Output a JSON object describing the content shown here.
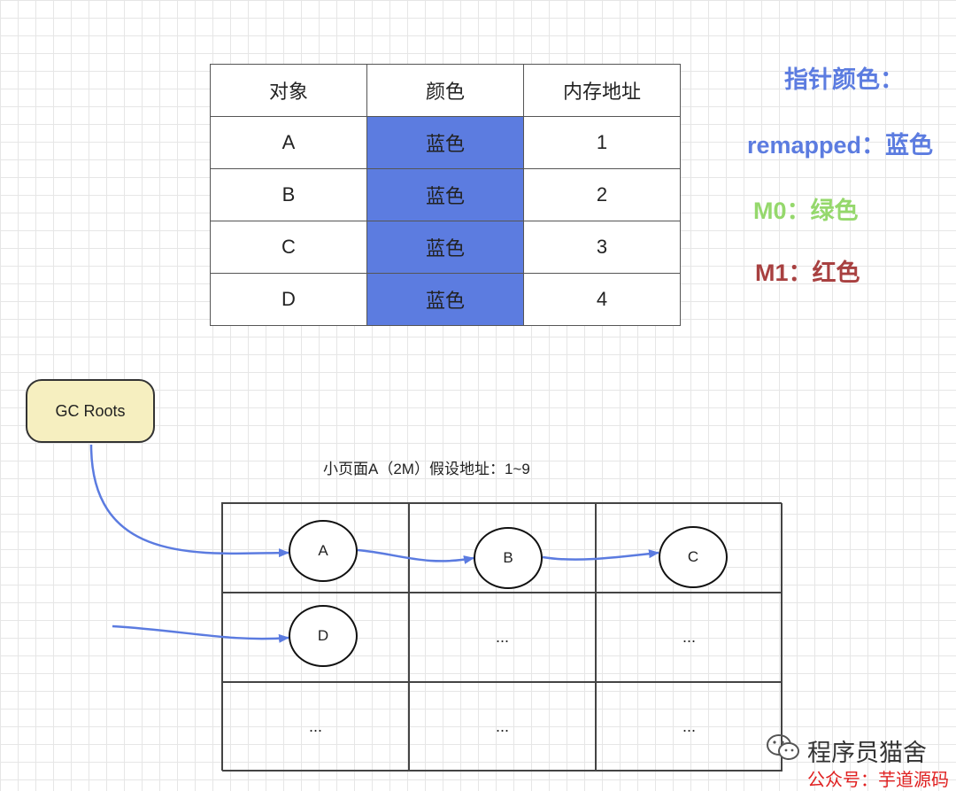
{
  "table": {
    "headers": [
      "对象",
      "颜色",
      "内存地址"
    ],
    "rows": [
      [
        "A",
        "蓝色",
        "1"
      ],
      [
        "B",
        "蓝色",
        "2"
      ],
      [
        "C",
        "蓝色",
        "3"
      ],
      [
        "D",
        "蓝色",
        "4"
      ]
    ],
    "color_cell_fill": "#5c7ce0"
  },
  "legend": {
    "title": "指针颜色：",
    "remapped": "remapped：蓝色",
    "m0": "M0：绿色",
    "m1": "M1：红色",
    "colors": {
      "title": "#5c7ce0",
      "remapped": "#5c7ce0",
      "m0": "#95d86c",
      "m1": "#a84040"
    }
  },
  "gc_roots": {
    "label": "GC Roots",
    "fill": "#f6efc0"
  },
  "page": {
    "label": "小页面A（2M）假设地址：1~9",
    "cells": [
      [
        "A",
        "B",
        "C"
      ],
      [
        "D",
        "...",
        "..."
      ],
      [
        "...",
        "...",
        "..."
      ]
    ]
  },
  "arrow_color": "#5b7be0",
  "watermark": {
    "name": "程序员猫舍",
    "sub": "公众号：芋道源码",
    "icon": "wechat-icon"
  }
}
